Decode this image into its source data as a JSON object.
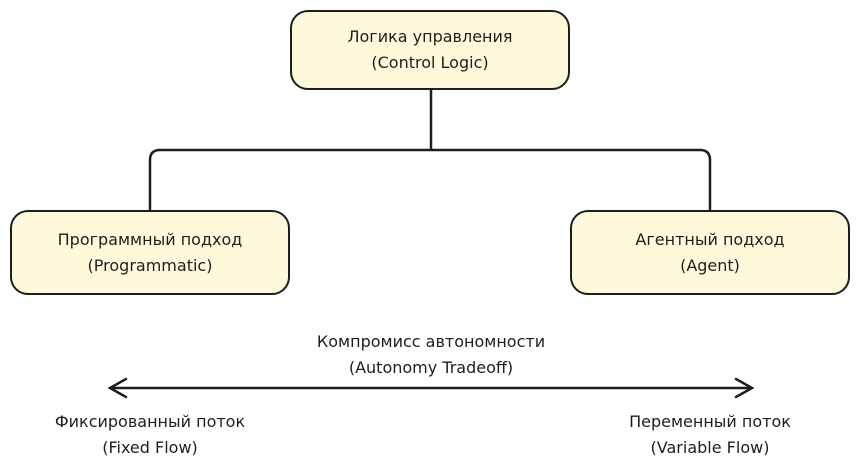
{
  "nodes": {
    "root": {
      "title": "Логика управления",
      "subtitle": "(Control Logic)"
    },
    "left": {
      "title": "Программный подход",
      "subtitle": "(Programmatic)"
    },
    "right": {
      "title": "Агентный подход",
      "subtitle": "(Agent)"
    }
  },
  "tradeoff": {
    "title": "Компромисс автономности",
    "subtitle": "(Autonomy Tradeoff)",
    "left_end": {
      "title": "Фиксированный поток",
      "subtitle": "(Fixed Flow)"
    },
    "right_end": {
      "title": "Переменный поток",
      "subtitle": "(Variable Flow)"
    }
  },
  "colors": {
    "box_fill": "#fff9db",
    "stroke": "#1e1e1e"
  }
}
